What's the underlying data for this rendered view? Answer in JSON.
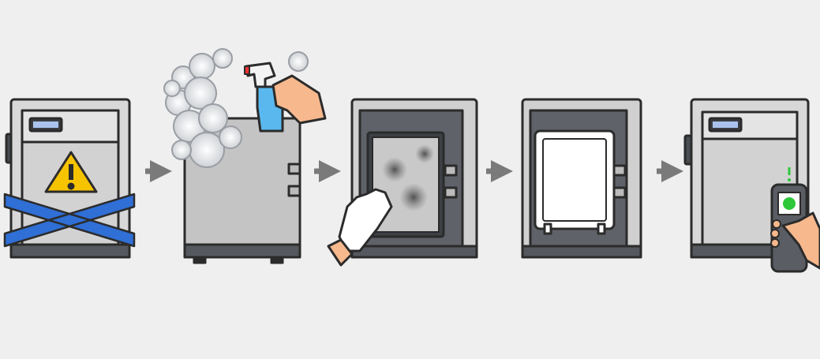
{
  "steps": [
    {
      "id": "step-1",
      "icon": "warning-taped-unit-icon"
    },
    {
      "id": "step-2",
      "icon": "spray-disinfect-icon"
    },
    {
      "id": "step-3",
      "icon": "wipe-mold-icon"
    },
    {
      "id": "step-4",
      "icon": "clean-interior-icon"
    },
    {
      "id": "step-5",
      "icon": "meter-check-icon"
    }
  ],
  "colors": {
    "background": "#efefef",
    "outline": "#2b2b2b",
    "body": "#d6d6d6",
    "body_dark": "#5a5d63",
    "tape": "#2f6fd6",
    "warning": "#f6c300",
    "spray": "#5ab8ee",
    "skin": "#f6b88c",
    "ok": "#2dc83a",
    "arrow": "#7a7a7a"
  }
}
